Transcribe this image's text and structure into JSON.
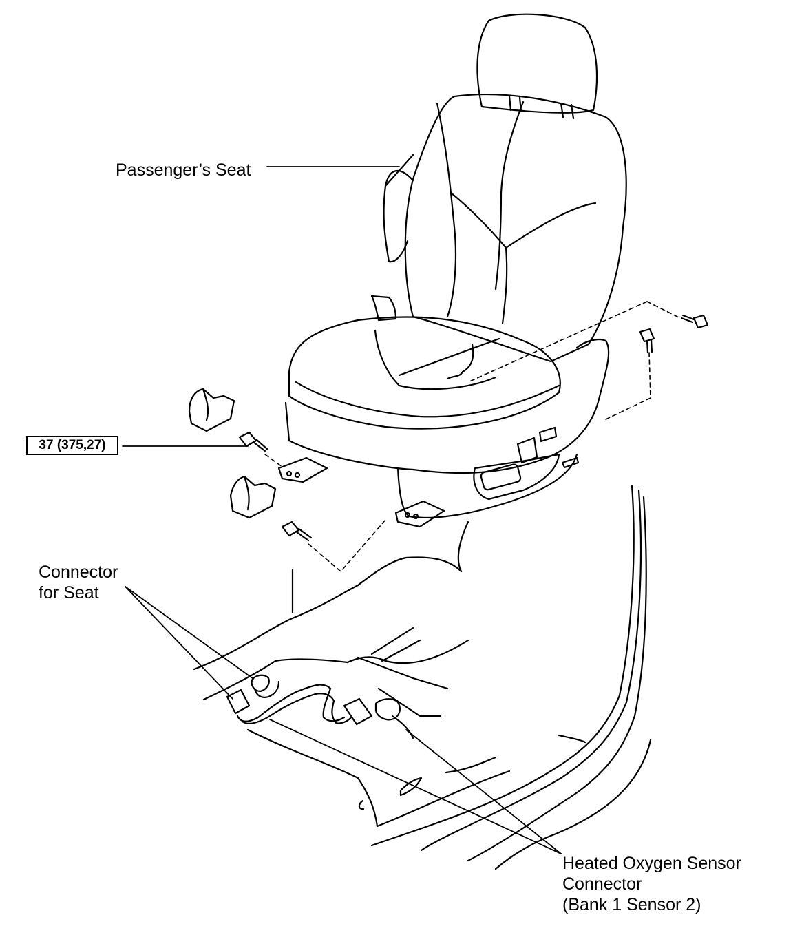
{
  "labels": {
    "passenger_seat": "Passenger’s Seat",
    "connector_for_seat": [
      "Connector",
      "for Seat"
    ],
    "heated_oxygen_sensor": [
      "Heated Oxygen Sensor",
      "Connector",
      "(Bank 1 Sensor 2)"
    ]
  },
  "torque_spec": "37 (375,27)",
  "colors": {
    "line": "#000000",
    "background": "#ffffff"
  }
}
